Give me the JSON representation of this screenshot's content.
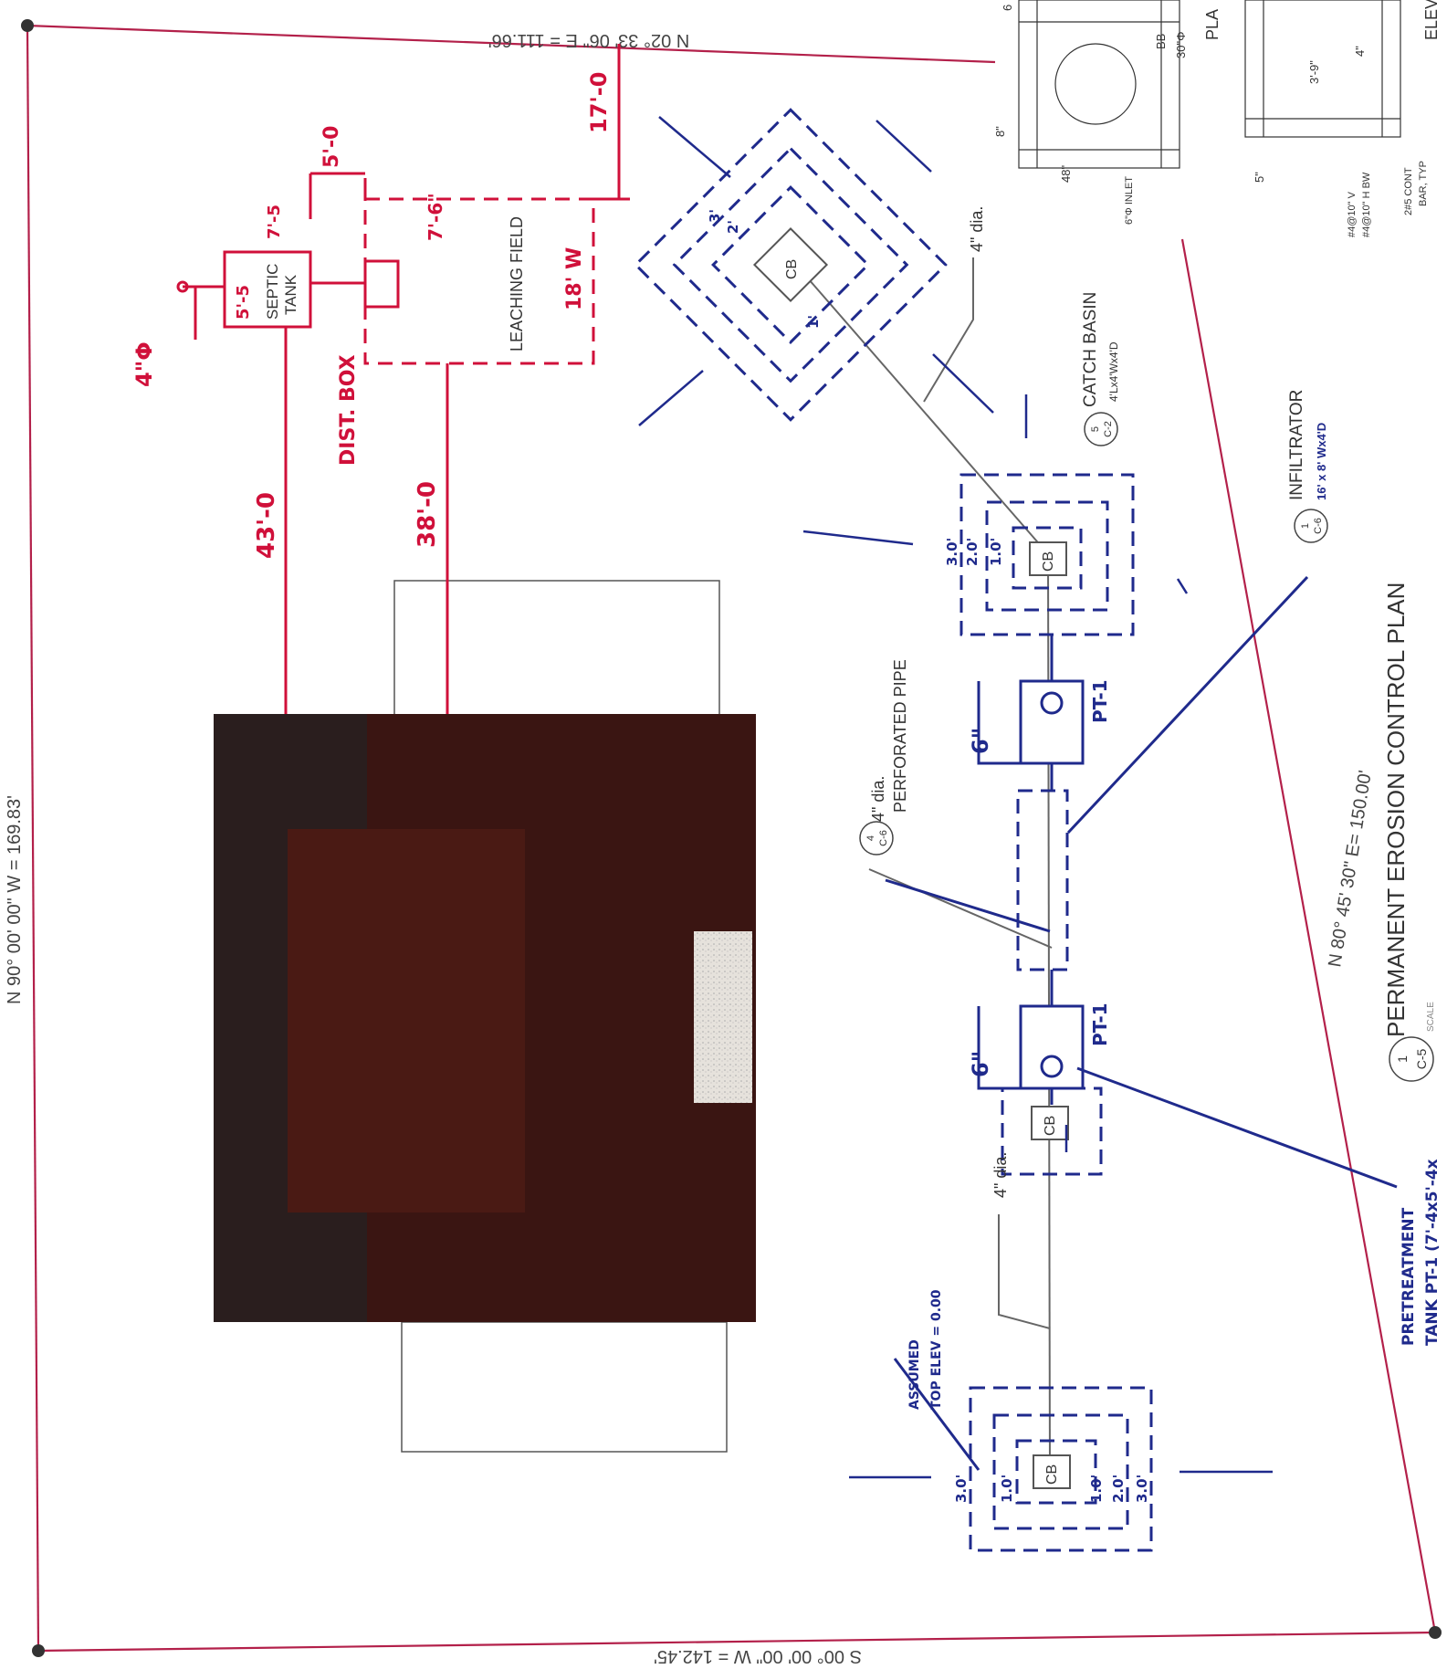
{
  "title": "PERMANENT EROSION CONTROL PLAN",
  "detail_ref": {
    "num": "1",
    "sheet": "C-5",
    "scale_label": "SCALE"
  },
  "bearings": {
    "west": "N 90° 00' 00\" W = 169.83'",
    "north": "N 02° 33' 06\" E = 111.66'",
    "south": "S 00° 00' 00\" W = 142.45'",
    "east": "N 80° 45' 30\" E= 150.00'"
  },
  "septic": {
    "tank_label_1": "SEPTIC",
    "tank_label_2": "TANK",
    "tank_w": "5'-5",
    "tank_l": "7'-5",
    "dist_box": "DIST. BOX",
    "leach_field": "LEACHING FIELD",
    "leach_w": "18' W",
    "leach_l": "7'-6\"",
    "dim_5": "5'-0",
    "dim_17": "17'-0",
    "dim_43": "43'-0",
    "dim_38": "38'-0",
    "pipe_4": "4\"Φ"
  },
  "labels": {
    "dia_4": "4\" dia.",
    "perforated_a": "4\" dia.",
    "perforated_b": "PERFORATED PIPE",
    "perf_ref_num": "4",
    "perf_ref_sheet": "C-6",
    "catch_basin": "CATCH BASIN",
    "catch_basin_size": "4'Lx4'Wx4'D",
    "cb_ref_num": "5",
    "cb_ref_sheet": "C-2",
    "infiltrator": "INFILTRATOR",
    "infiltrator_size": "16' x 8' Wx4'D",
    "inf_ref_num": "1",
    "inf_ref_sheet": "C-6",
    "cb": "CB",
    "pt1": "PT-1",
    "six_in": "6\"",
    "pretreat_1": "PRETREATMENT",
    "pretreat_2": "TANK PT-1 (7'-4x5'-4x",
    "assumed_1": "ASSUMED",
    "assumed_2": "TOP ELEV = 0.00",
    "dim_1": "1.0'",
    "dim_2": "2.0'",
    "dim_3": "3.0'",
    "dim_3b": "3'",
    "dim_2b": "2'",
    "dim_1b": "1'"
  },
  "inset": {
    "plan": "PLA",
    "elev": "ELEV",
    "bb": "BB",
    "d30": "30\"Φ",
    "d8": "8\"",
    "d48": "48\"",
    "inlet": "6\"Φ INLET",
    "d6": "6",
    "d39": "3'-9\"",
    "d4": "4\"",
    "d5": "5\"",
    "rebar_1": "#4@10\" V",
    "rebar_2": "#4@10\" H BW",
    "rebar_3": "2#5 CONT",
    "rebar_4": "BAR, TYP"
  },
  "colors": {
    "boundary": "#b3204a",
    "hand_red": "#d0103a",
    "hand_blue": "#1f2a8c",
    "building_dark": "#2a1e1e",
    "building_roof": "#3a1512",
    "building_inner": "#4a1a14",
    "ink": "#333333"
  }
}
